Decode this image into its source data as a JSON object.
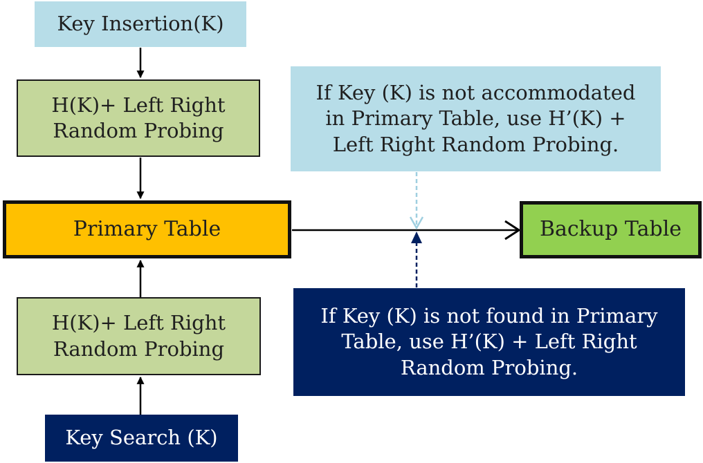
{
  "diagram": {
    "key_insertion": "Key Insertion(K)",
    "hash_probe_insert": [
      "H(K)+ Left Right",
      "Random Probing"
    ],
    "primary_table": "Primary Table",
    "hash_probe_search": [
      "H(K)+ Left Right",
      "Random Probing"
    ],
    "key_search": "Key Search (K)",
    "backup_table": "Backup Table",
    "insert_note": [
      "If Key (K) is not accommodated",
      "in Primary Table, use H’(K) +",
      "Left Right Random Probing."
    ],
    "search_note": [
      "If Key (K) is not found in Primary",
      "Table, use H’(K) + Left Right",
      "Random Probing."
    ]
  },
  "colors": {
    "light_blue": "#b7dde8",
    "green": "#c4d79b",
    "orange": "#ffc000",
    "bright_green": "#92d050",
    "navy": "#002060"
  }
}
